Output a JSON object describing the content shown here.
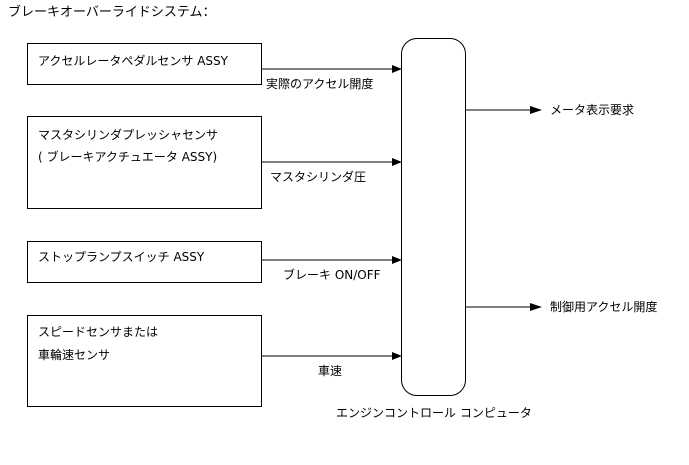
{
  "title": "ブレーキオーバーライドシステム：",
  "inputs": [
    {
      "lines": [
        "アクセルレータペダルセンサ ASSY"
      ],
      "signal": "実際のアクセル開度"
    },
    {
      "lines": [
        "マスタシリンダプレッシャセンサ",
        "( ブレーキアクチュエータ ASSY)"
      ],
      "signal": "マスタシリンダ圧"
    },
    {
      "lines": [
        "ストップランプスイッチ ASSY"
      ],
      "signal": "ブレーキ ON/OFF"
    },
    {
      "lines": [
        "スピードセンサまたは",
        "車輪速センサ"
      ],
      "signal": "車速"
    }
  ],
  "ecu": {
    "label": "エンジンコントロール コンピュータ"
  },
  "outputs": [
    {
      "label": "メータ表示要求"
    },
    {
      "label": "制御用アクセル開度"
    }
  ],
  "colors": {
    "line": "#000000",
    "background": "#ffffff"
  }
}
